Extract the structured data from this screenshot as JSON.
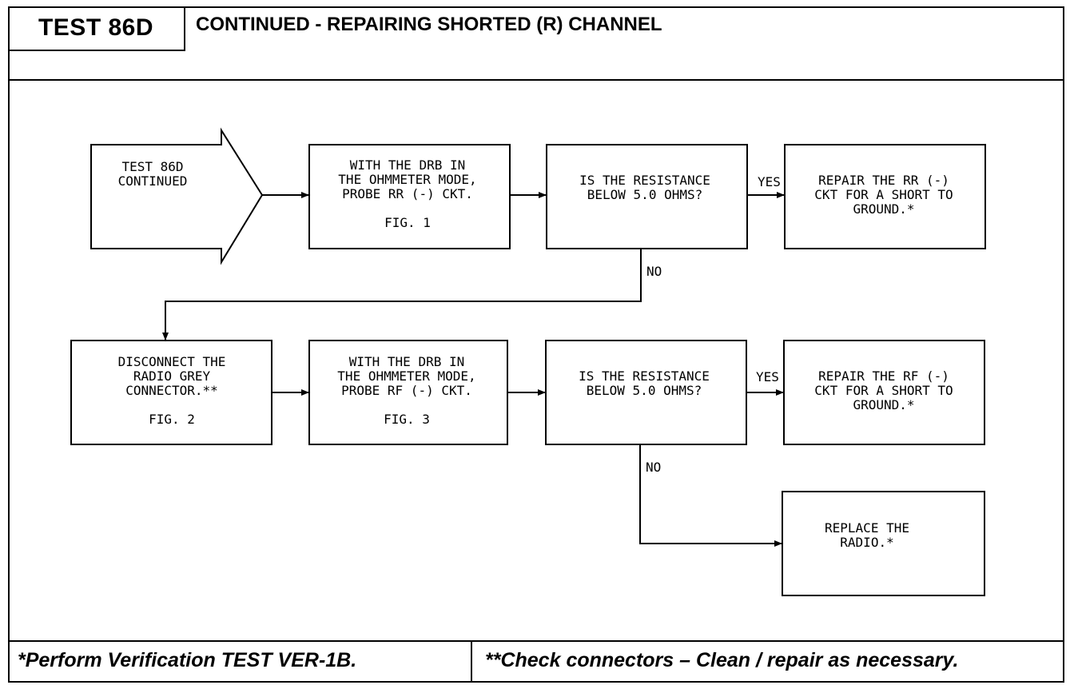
{
  "header": {
    "test_id": "TEST 86D",
    "title": "CONTINUED -  REPAIRING SHORTED (R) CHANNEL"
  },
  "nodes": {
    "start": [
      "TEST 86D",
      "CONTINUED"
    ],
    "probe_rr": [
      "WITH THE DRB IN",
      "THE OHMMETER MODE,",
      "PROBE RR (-) CKT.",
      "",
      "FIG. 1"
    ],
    "check_rr": [
      "IS THE RESISTANCE",
      "BELOW 5.0 OHMS?"
    ],
    "repair_rr": [
      "REPAIR THE RR (-)",
      "CKT FOR A SHORT TO",
      "GROUND.*"
    ],
    "disconnect": [
      "DISCONNECT THE",
      "RADIO GREY",
      "CONNECTOR.**",
      "",
      "FIG. 2"
    ],
    "probe_rf": [
      "WITH THE DRB IN",
      "THE OHMMETER MODE,",
      "PROBE RF (-) CKT.",
      "",
      "FIG. 3"
    ],
    "check_rf": [
      "IS THE RESISTANCE",
      "BELOW 5.0 OHMS?"
    ],
    "repair_rf": [
      "REPAIR THE RF (-)",
      "CKT FOR A SHORT TO",
      "GROUND.*"
    ],
    "replace": [
      "REPLACE THE",
      "RADIO.*"
    ]
  },
  "edge_labels": {
    "yes1": "YES",
    "no1": "NO",
    "yes2": "YES",
    "no2": "NO"
  },
  "footer": {
    "note1": "*Perform Verification TEST VER-1B.",
    "note2": "**Check connectors – Clean / repair as necessary."
  }
}
